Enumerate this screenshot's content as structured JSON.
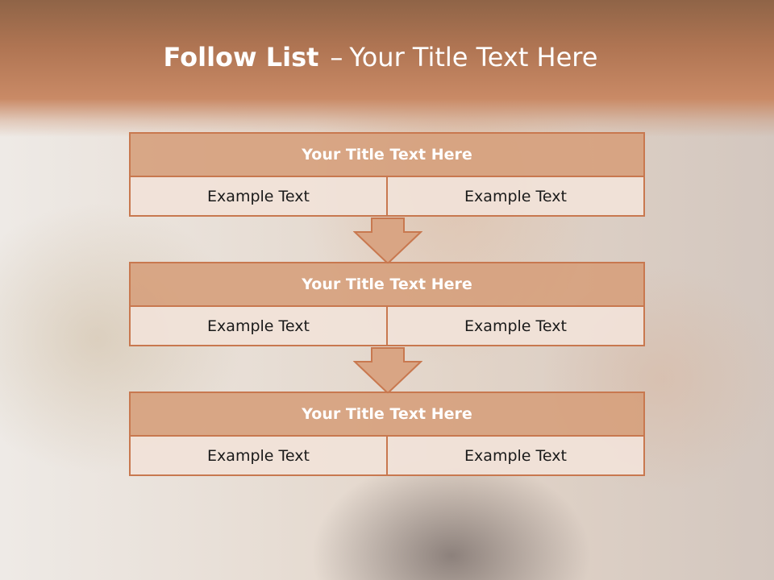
{
  "slide": {
    "title_bold": "Follow List",
    "title_sep": "–",
    "title_rest": "Your Title Text Here"
  },
  "blocks": [
    {
      "title": "Your Title Text Here",
      "left": "Example Text",
      "right": "Example Text"
    },
    {
      "title": "Your Title Text Here",
      "left": "Example Text",
      "right": "Example Text"
    },
    {
      "title": "Your Title Text Here",
      "left": "Example Text",
      "right": "Example Text"
    }
  ],
  "colors": {
    "accent": "#c8784f",
    "header_fill": "#d6a07c",
    "cell_fill": "#f1e2d8",
    "title_band": "#c98a66"
  },
  "icons": [
    "down-arrow-icon",
    "down-arrow-icon"
  ]
}
